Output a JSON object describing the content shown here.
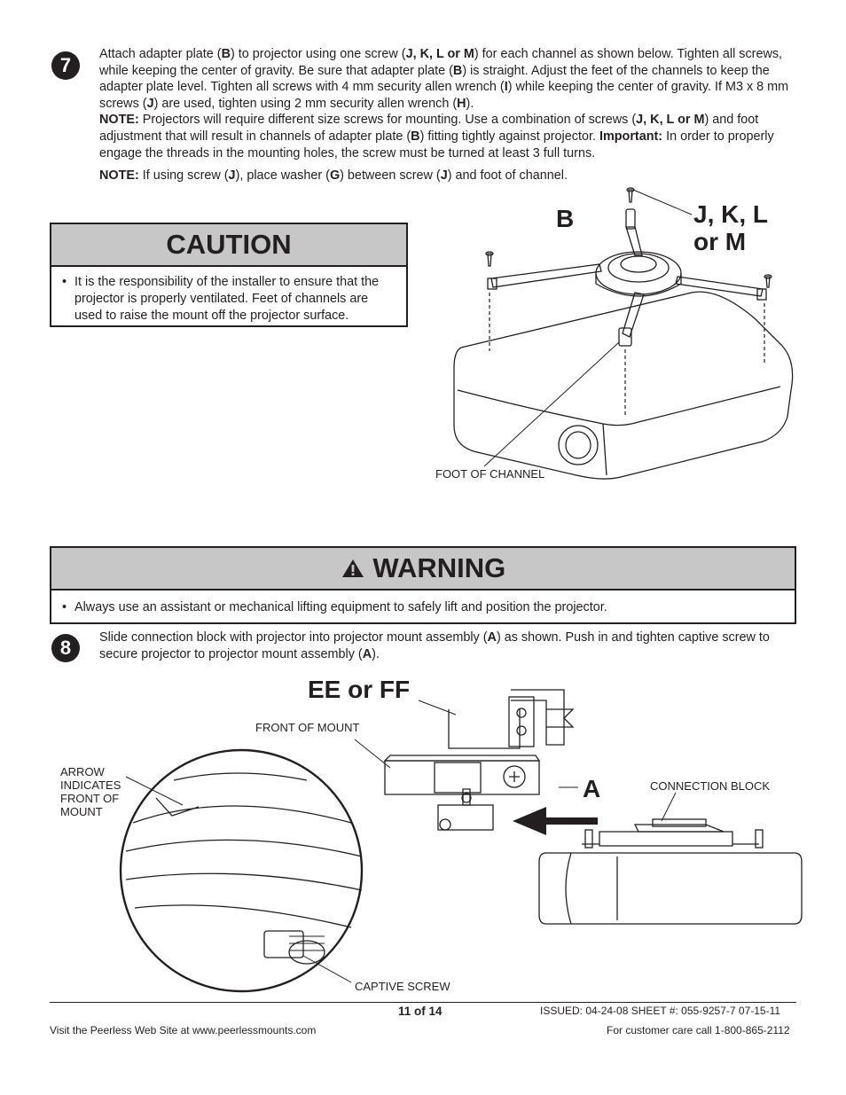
{
  "step7": {
    "number": "7",
    "p1": [
      "Attach adapter plate (",
      "B",
      ") to projector using one screw (",
      "J, K, L or M",
      ") for each channel as shown below. Tighten all screws, while keeping the center of gravity. Be sure that adapter plate (",
      "B",
      ") is straight. Adjust the feet of the channels to keep the adapter plate level. Tighten all screws with 4 mm security allen wrench (",
      "I",
      ") while keeping the center of gravity. If M3 x 8 mm screws (",
      "J",
      ") are used, tighten using 2 mm security allen wrench (",
      "H",
      ")."
    ],
    "note1": [
      "NOTE:",
      " Projectors will require different size screws for mounting. Use a combination of screws (",
      "J, K, L or M",
      ") and foot adjustment that will result in channels of adapter plate (",
      "B",
      ") fitting tightly against projector. ",
      "Important:",
      " In order to properly engage the threads in the mounting holes, the screw must be turned at least 3 full turns."
    ],
    "note2": [
      "NOTE:",
      " If using screw (",
      "J",
      "), place washer (",
      "G",
      ") between screw (",
      "J",
      ") and foot of channel."
    ]
  },
  "caution": {
    "title": "CAUTION",
    "bullet": "•",
    "text": "It is the responsibility of the installer to ensure that the projector is properly ventilated. Feet of channels are used to raise the mount off the projector surface."
  },
  "figure1": {
    "label_b": "B",
    "label_screws": "J, K, L or M",
    "foot_label": "FOOT OF CHANNEL"
  },
  "warning": {
    "title": "WARNING",
    "bullet": "•",
    "text": "Always use an assistant or mechanical lifting equipment to safely lift and position the projector."
  },
  "step8": {
    "number": "8",
    "p1": [
      "Slide connection block with projector into projector mount assembly (",
      "A",
      ") as shown.  Push in and tighten captive screw to secure projector to projector mount assembly (",
      "A",
      ")."
    ]
  },
  "figure2": {
    "label_eeff": "EE or FF",
    "label_a": "A",
    "front_of_mount": "FRONT OF MOUNT",
    "arrow_indicates": "ARROW INDICATES FRONT OF MOUNT",
    "connection_block": "CONNECTION BLOCK",
    "captive_screw": "CAPTIVE SCREW"
  },
  "footer": {
    "page": "11 of 14",
    "issued": "ISSUED: 04-24-08  SHEET #: 055-9257-7  07-15-11",
    "website": "Visit the Peerless Web Site at www.peerlessmounts.com",
    "care": "For customer care call 1-800-865-2112"
  }
}
